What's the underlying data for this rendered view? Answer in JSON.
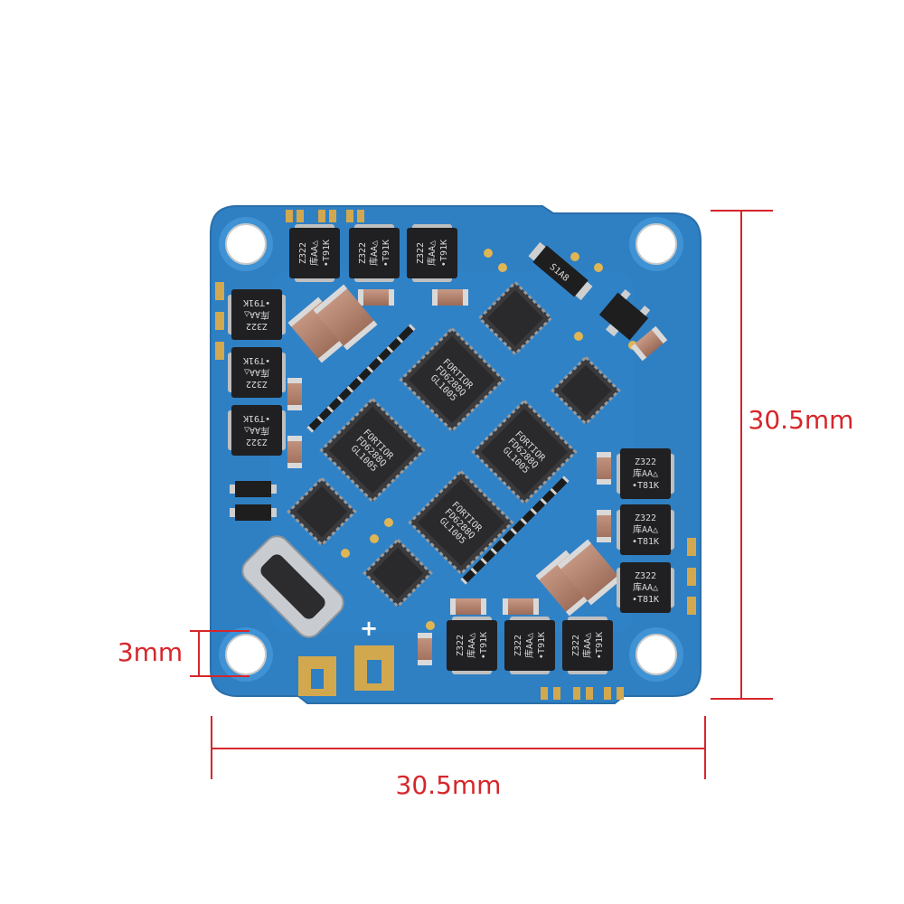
{
  "dimensions": {
    "width_label": "30.5mm",
    "height_label": "30.5mm",
    "hole_label": "3mm",
    "line_color": "#d6262b"
  },
  "board": {
    "pcb_color": "#2f7fc3",
    "polarity_mark": "+",
    "mosfet_codes": [
      [
        "Z322",
        "库AA△",
        "•T91K"
      ],
      [
        "Z322",
        "库AA△",
        "•T91K"
      ],
      [
        "Z322",
        "库AA△",
        "•T91K"
      ],
      [
        "Z322",
        "库AA△",
        "•T91K"
      ],
      [
        "Z322",
        "库AA△",
        "•T91K"
      ],
      [
        "Z322",
        "库AA△",
        "•T91K"
      ],
      [
        "Z322",
        "库AA△",
        "•T81K"
      ],
      [
        "Z322",
        "库AA△",
        "•T81K"
      ],
      [
        "Z322",
        "库AA△",
        "•T81K"
      ],
      [
        "Z322",
        "库AA△",
        "•T91K"
      ],
      [
        "Z322",
        "库AA△",
        "•T91K"
      ],
      [
        "Z322",
        "库AA△",
        "•T91K"
      ]
    ],
    "driver_chips": [
      [
        "FORTIOR",
        "FD6288Q",
        "GL1005"
      ],
      [
        "FORTIOR",
        "FD6288Q",
        "GL1005"
      ],
      [
        "FORTIOR",
        "FD6288Q",
        "GL1005"
      ],
      [
        "FORTIOR",
        "FD6288Q",
        "GL1005"
      ]
    ],
    "diode_label": "S1A8"
  }
}
